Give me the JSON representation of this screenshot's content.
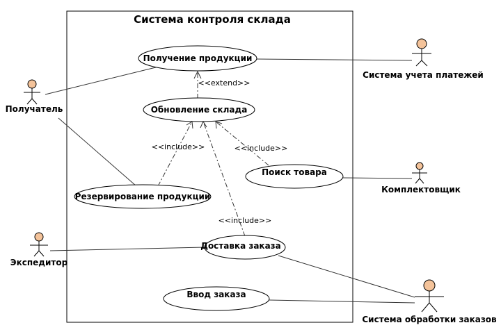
{
  "system": {
    "title": "Система контроля склада"
  },
  "use_cases": {
    "receive": "Получение продукции",
    "update": "Обновление склада",
    "search": "Поиск товара",
    "reserve": "Резервирование продукции",
    "delivery": "Доставка заказа",
    "order_entry": "Ввод заказа"
  },
  "actors": {
    "recipient": "Получатель",
    "payments": "Система учета платежей",
    "picker": "Комплектовщик",
    "forwarder": "Экспедитор",
    "order_processing": "Система обработки заказов"
  },
  "stereotypes": {
    "extend": "<<extend>>",
    "include_reserve": "<<include>>",
    "include_search": "<<include>>",
    "include_delivery": "<<include>>"
  },
  "colors": {
    "actor_head": "#f4c39a",
    "line": "#333333"
  }
}
